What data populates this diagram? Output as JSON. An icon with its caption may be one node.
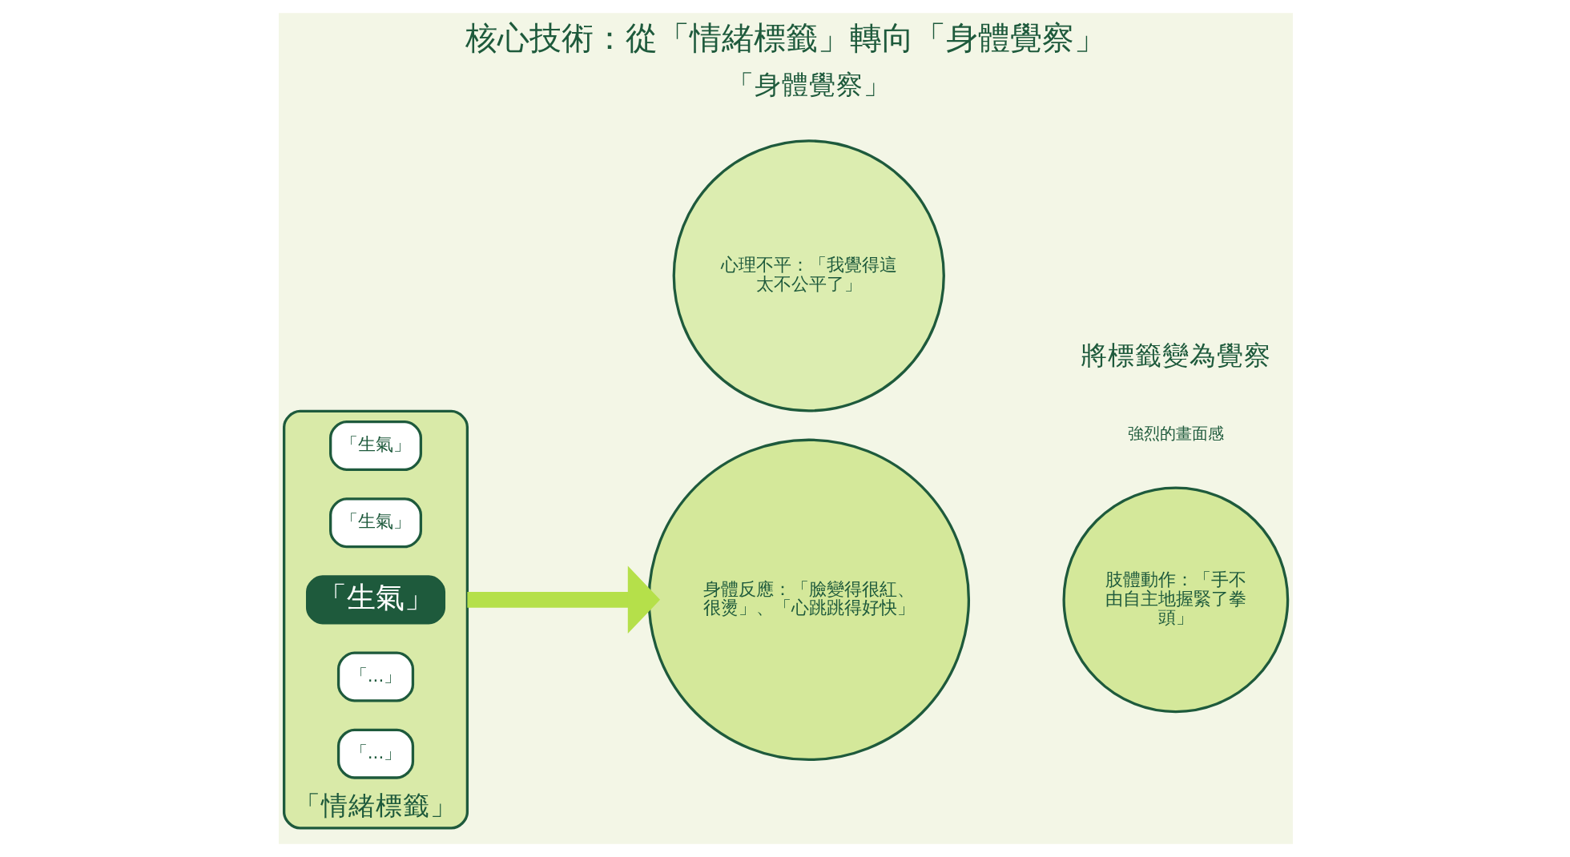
{
  "diagram": {
    "title": "核心技術：從「情緒標籤」轉向「身體覺察」",
    "nodes": [
      {
        "text": [
          "「情緒標籤」"
        ]
      },
      {
        "text": [
          "「生氣」"
        ],
        "in": 0
      },
      {
        "text": [
          "「生氣」"
        ],
        "in": 0
      },
      {
        "text": [
          "「生氣」"
        ],
        "in": 0
      },
      {
        "text": [
          "「...」"
        ],
        "in": 0
      },
      {
        "text": [
          "「...」"
        ],
        "in": 0
      },
      {
        "text": [
          "身體反應：「臉變得很紅、很燙」、「心跳跳得好快」"
        ]
      },
      {
        "text": [
          "肢體動作：「手不由自主地握緊了拳頭」"
        ]
      },
      {
        "text": [
          "心理不平：「我覺得這太不公平了」"
        ]
      }
    ],
    "edges": [
      {
        "from": 0,
        "to": 6,
        "arrow": "to"
      }
    ],
    "labels": [
      "「身體覺察」",
      "強烈的畫面感",
      "將標籤變為覺察"
    ]
  }
}
